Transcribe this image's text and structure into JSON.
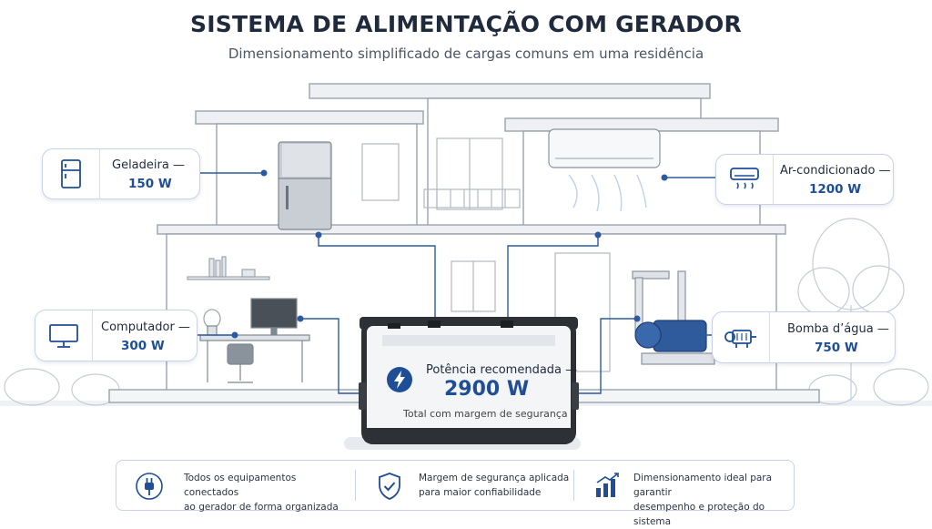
{
  "header": {
    "title": "SISTEMA DE ALIMENTAÇÃO COM GERADOR",
    "subtitle": "Dimensionamento simplificado de cargas comuns em uma residência"
  },
  "loads": [
    {
      "name": "Geladeira —",
      "power": "150 W",
      "icon": "fridge-icon"
    },
    {
      "name": "Ar-condicionado —",
      "power": "1200 W",
      "icon": "air-conditioner-icon"
    },
    {
      "name": "Computador —",
      "power": "300 W",
      "icon": "monitor-icon"
    },
    {
      "name": "Bomba d’água —",
      "power": "750 W",
      "icon": "water-pump-icon"
    }
  ],
  "generator": {
    "label": "Potência recomendada —",
    "value": "2900 W",
    "note": "Total com margem de segurança",
    "icon": "lightning-icon"
  },
  "features": [
    {
      "line1": "Todos os equipamentos conectados",
      "line2": "ao gerador de forma organizada",
      "icon": "plug-icon"
    },
    {
      "line1": "Margem de segurança aplicada",
      "line2": "para maior confiabilidade",
      "icon": "shield-check-icon"
    },
    {
      "line1": "Dimensionamento ideal para garantir",
      "line2": "desempenho e proteção do sistema",
      "icon": "bar-chart-icon"
    }
  ],
  "colors": {
    "accent": "#1f4e96",
    "line": "#2c5aa0",
    "border": "#c7d3e6",
    "house": "#9aa3ad"
  }
}
